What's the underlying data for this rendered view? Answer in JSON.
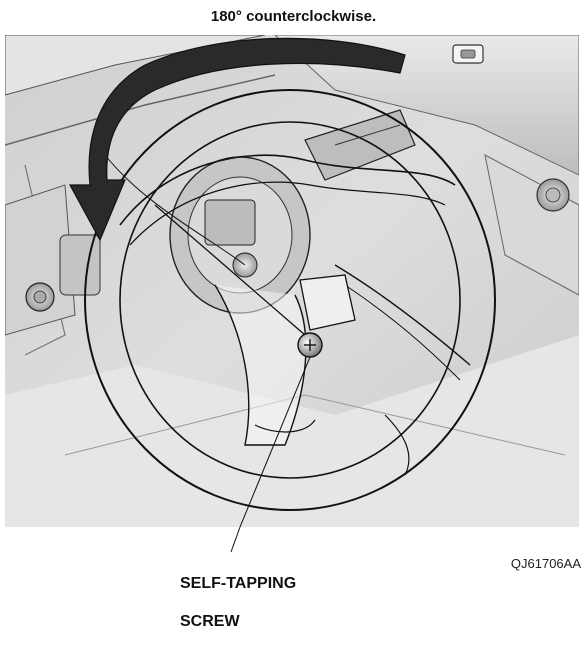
{
  "caption": "180° counterclockwise.",
  "callout": {
    "line1": "SELF-TAPPING",
    "line2": "SCREW"
  },
  "figure_code": "QJ61706AA",
  "colors": {
    "background": "#ffffff",
    "illustration_base": "#d6d6d6",
    "dark_line": "#111111",
    "arrow_fill": "#2a2a2a"
  }
}
